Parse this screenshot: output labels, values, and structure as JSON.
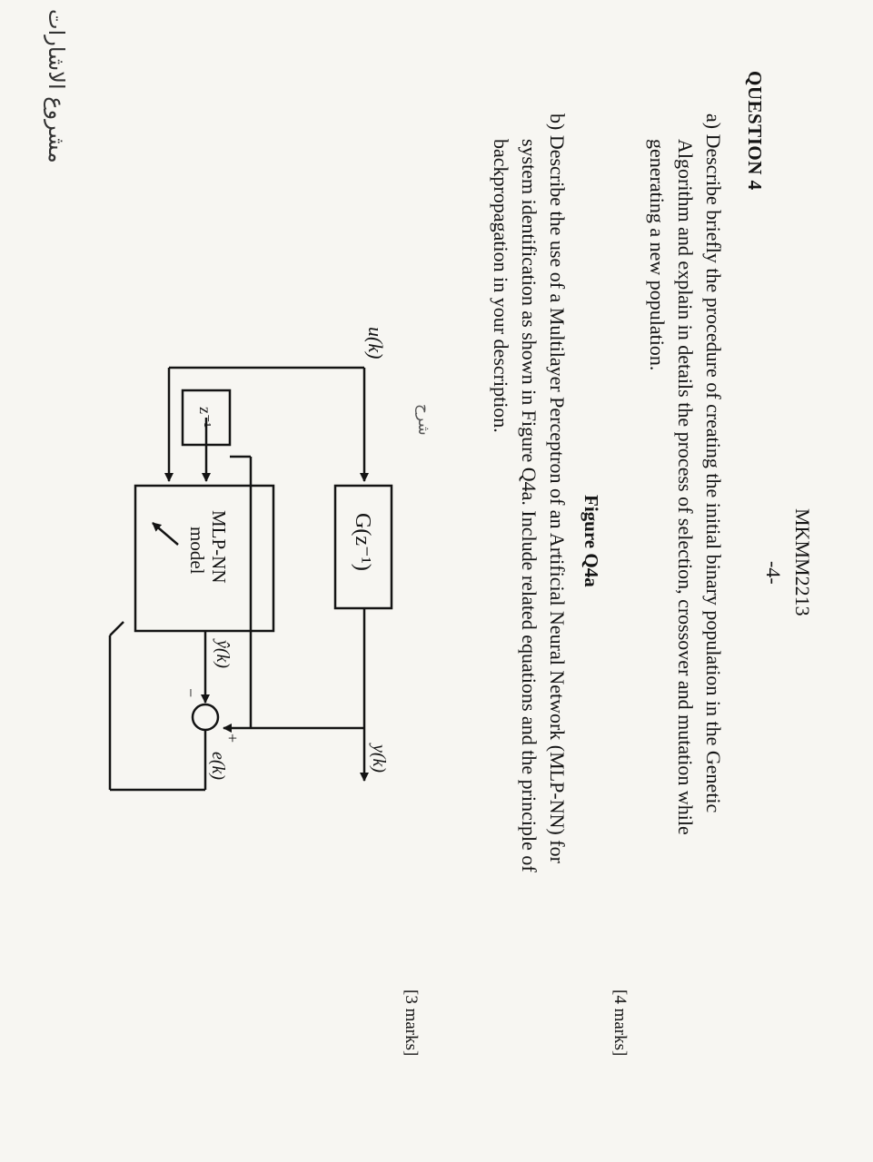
{
  "header": {
    "page_number": "-4-",
    "course_code": "MKMM2213"
  },
  "question": {
    "title": "QUESTION 4",
    "part_a": {
      "lines": [
        "a) Describe briefly the procedure of creating the initial binary population in the Genetic",
        "Algorithm and explain in details the process of selection, crossover and mutation while",
        "generating a new population."
      ],
      "marks": "[4 marks]"
    },
    "part_b": {
      "lines": [
        "b) Describe the use of a Multilayer Perceptron of an Artificial Neural Network (MLP-NN) for",
        "system identification as shown in Figure Q4a. Include related equations and the principle of",
        "backpropagation in your description."
      ],
      "marks": "[3 marks]"
    }
  },
  "diagram": {
    "input_label": "u(k)",
    "plant_label": "G(z⁻¹)",
    "delay_label": "z⁻¹",
    "model_label_line1": "MLP-NN",
    "model_label_line2": "model",
    "output_label": "y(k)",
    "model_output_label": "ŷ(k)",
    "error_label": "e(k)",
    "plus_sign": "+",
    "minus_sign": "−",
    "caption": "Figure Q4a"
  },
  "handwriting": {
    "arabic_note": "مشروع الاشارات",
    "arabic_note_2": "شرح"
  }
}
